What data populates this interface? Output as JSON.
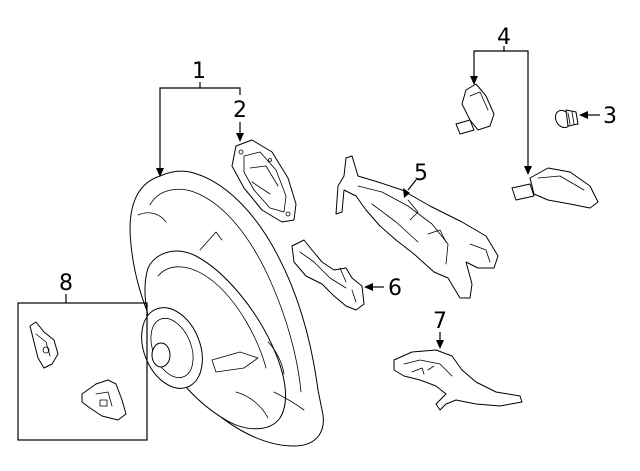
{
  "diagram": {
    "callouts": {
      "c1": "1",
      "c2": "2",
      "c3": "3",
      "c4": "4",
      "c5": "5",
      "c6": "6",
      "c7": "7",
      "c8": "8"
    },
    "parts": [
      {
        "id": "steering-wheel",
        "callout": "1"
      },
      {
        "id": "wheel-backplate",
        "callout": "2"
      },
      {
        "id": "screw",
        "callout": "3"
      },
      {
        "id": "switch-paddles",
        "callout": "4"
      },
      {
        "id": "lower-cover",
        "callout": "5"
      },
      {
        "id": "bracket",
        "callout": "6"
      },
      {
        "id": "trim-panel",
        "callout": "7"
      },
      {
        "id": "clip-kit",
        "callout": "8"
      }
    ],
    "line_color": "#000000",
    "background": "#ffffff"
  }
}
